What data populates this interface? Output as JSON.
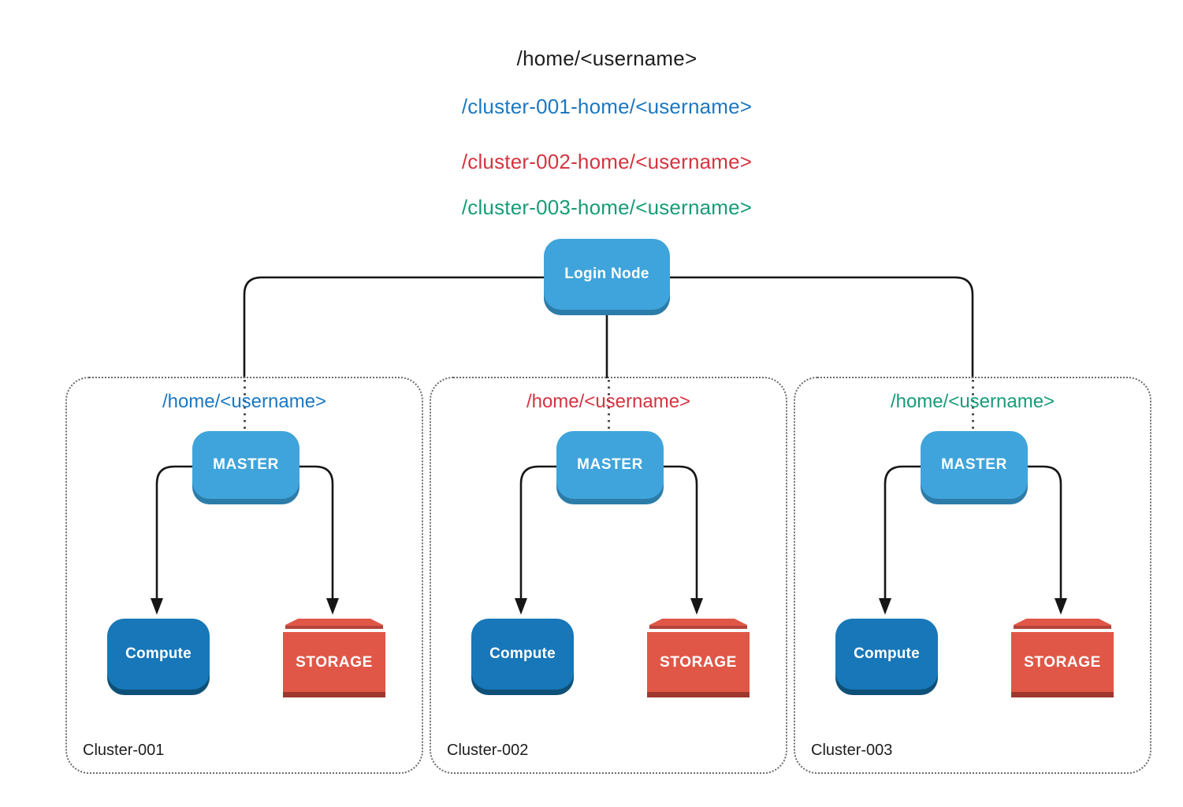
{
  "header_paths": {
    "root": "/home/<username>",
    "items": [
      {
        "label": "/cluster-001-home/<username>",
        "color": "#1B78C1"
      },
      {
        "label": "/cluster-002-home/<username>",
        "color": "#D53440"
      },
      {
        "label": "/cluster-003-home/<username>",
        "color": "#179C78"
      }
    ]
  },
  "login_node": {
    "label": "Login Node"
  },
  "clusters": [
    {
      "name": "Cluster-001",
      "home_path": "/home/<username>",
      "path_color": "#1B78C1",
      "master_label": "MASTER",
      "compute_label": "Compute",
      "storage_label": "STORAGE"
    },
    {
      "name": "Cluster-002",
      "home_path": "/home/<username>",
      "path_color": "#D53440",
      "master_label": "MASTER",
      "compute_label": "Compute",
      "storage_label": "STORAGE"
    },
    {
      "name": "Cluster-003",
      "home_path": "/home/<username>",
      "path_color": "#179C78",
      "master_label": "MASTER",
      "compute_label": "Compute",
      "storage_label": "STORAGE"
    }
  ],
  "colors": {
    "node_blue": "#3FA4DB",
    "node_blue_shadow": "#2C7CA9",
    "compute_blue": "#1777B9",
    "compute_blue_shadow": "#0E5077",
    "storage_red": "#E05747",
    "storage_red_bottom": "#9E382F",
    "storage_lid_line": "#B5433B",
    "connector_line": "#161616",
    "cluster_border": "#6B6B6B",
    "root_path_text": "#1D1D1F"
  }
}
